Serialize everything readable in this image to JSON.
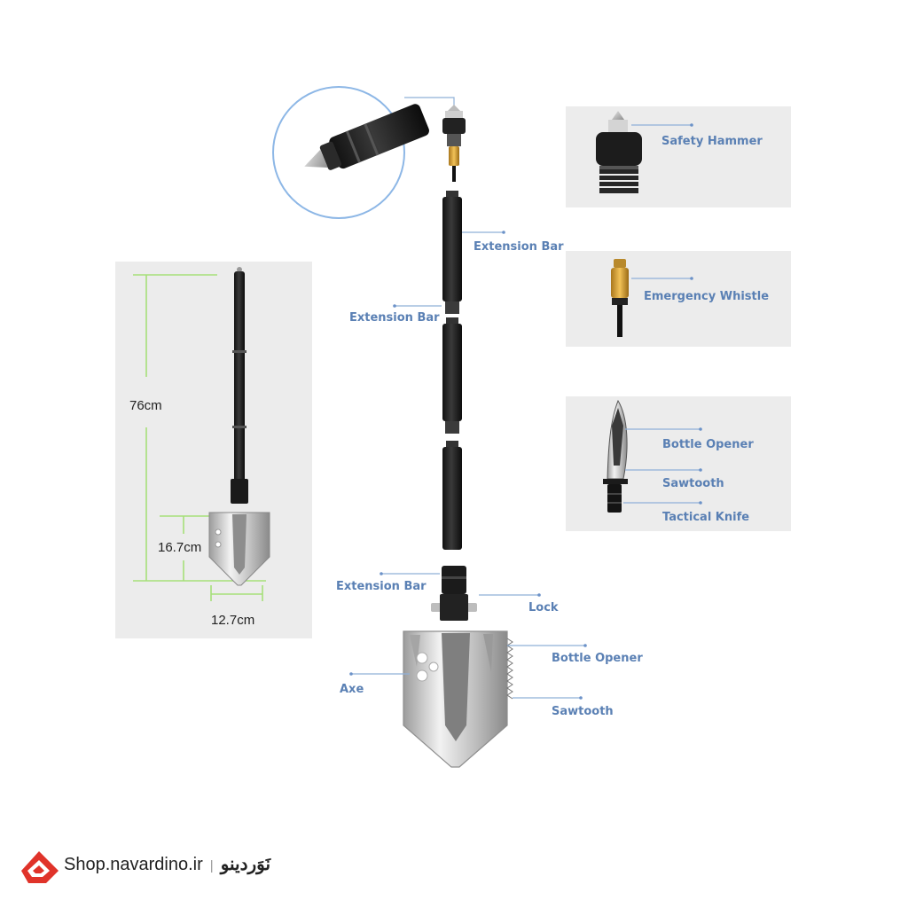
{
  "colors": {
    "label": "#5a80b4",
    "leader": "#8fb0d8",
    "panel": "#ececec",
    "dimension_line": "#a6e07a",
    "brand": "#e0332a"
  },
  "labels": {
    "safety_hammer": "Safety Hammer",
    "emergency_whistle": "Emergency Whistle",
    "knife_bottle_opener": "Bottle Opener",
    "knife_sawtooth": "Sawtooth",
    "tactical_knife": "Tactical Knife",
    "extension_bar_top": "Extension Bar",
    "extension_bar_left": "Extension Bar",
    "extension_bar_bottom": "Extension Bar",
    "lock": "Lock",
    "shovel_bottle_opener": "Bottle Opener",
    "axe": "Axe",
    "shovel_sawtooth": "Sawtooth"
  },
  "dimensions": {
    "total_length": "76cm",
    "blade_length": "16.7cm",
    "blade_width": "12.7cm"
  },
  "brand": {
    "site": "Shop.navardino.ir",
    "separator": "|",
    "name_fa": "نَوَردینو",
    "logo_icon": "navardino-logo-icon"
  }
}
